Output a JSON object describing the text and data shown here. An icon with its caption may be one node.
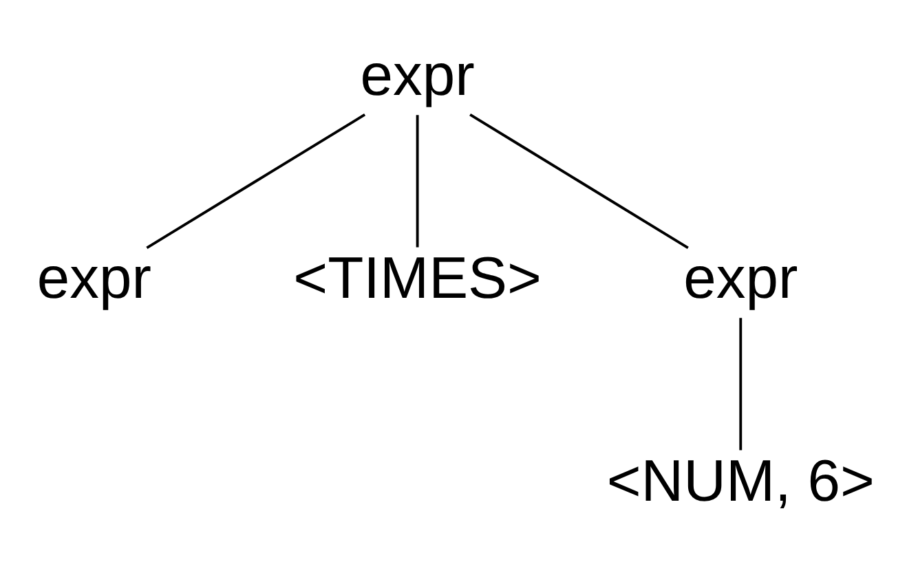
{
  "diagram": {
    "nodes": [
      {
        "text": [
          "expr"
        ]
      },
      {
        "text": [
          "expr"
        ]
      },
      {
        "text": [
          "<TIMES>"
        ]
      },
      {
        "text": [
          "expr"
        ]
      },
      {
        "text": [
          "<NUM, 6>"
        ]
      }
    ],
    "edges": [
      {
        "from": 0,
        "to": 1,
        "arrow": "none"
      },
      {
        "from": 0,
        "to": 2,
        "arrow": "none"
      },
      {
        "from": 0,
        "to": 3,
        "arrow": "none"
      },
      {
        "from": 3,
        "to": 4,
        "arrow": "none"
      }
    ]
  }
}
